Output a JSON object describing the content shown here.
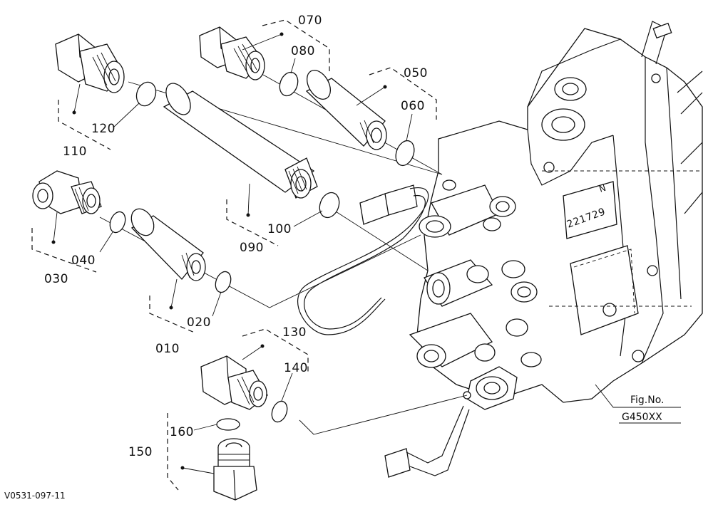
{
  "callouts": {
    "c010": "010",
    "c020": "020",
    "c030": "030",
    "c040": "040",
    "c050": "050",
    "c060": "060",
    "c070": "070",
    "c080": "080",
    "c090": "090",
    "c100": "100",
    "c110": "110",
    "c120": "120",
    "c130": "130",
    "c140": "140",
    "c150": "150",
    "c160": "160"
  },
  "casting_mark": {
    "number": "221729",
    "letter": "N"
  },
  "figure": {
    "label": "Fig.No.",
    "number": "G450XX"
  },
  "drawing_code": "V0531-097-11"
}
